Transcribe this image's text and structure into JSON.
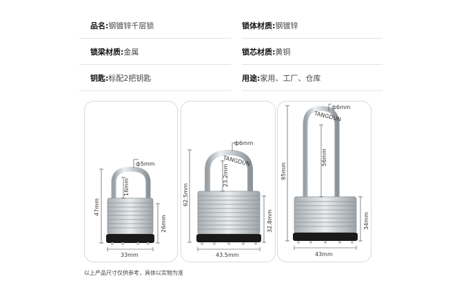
{
  "specs": [
    {
      "left": {
        "key": "品名:",
        "value": "钢镀锌千层锁"
      },
      "right": {
        "key": "锁体材质:",
        "value": "钢镀锌"
      }
    },
    {
      "left": {
        "key": "锁梁材质:",
        "value": "金属"
      },
      "right": {
        "key": "锁芯材质:",
        "value": "黄铜"
      }
    },
    {
      "left": {
        "key": "钥匙:",
        "value": "标配2把钥匙"
      },
      "right": {
        "key": "用途:",
        "value": "家用、工厂、仓库"
      }
    }
  ],
  "locks": [
    {
      "shackle_diameter": "ф5mm",
      "shackle_height": "16mm",
      "total_height": "47mm",
      "body_height": "26mm",
      "width": "33mm",
      "engraving": ""
    },
    {
      "shackle_diameter": "ф6mm",
      "shackle_height": "23.2mm",
      "total_height": "62.5mm",
      "body_height": "32.8mm",
      "width": "43.5mm",
      "engraving": "TANGDUN"
    },
    {
      "shackle_diameter": "ф6mm",
      "shackle_height": "56mm",
      "total_height": "95mm",
      "body_height": "34mm",
      "width": "43mm",
      "engraving": "TANGDUN"
    }
  ],
  "note": "以上产品尺寸仅供参考，具体以实物为准",
  "colors": {
    "border": "#d9d9d9",
    "divider": "#e3e3e3",
    "steel": "#cfd3d6",
    "base": "#1a1a1a"
  }
}
